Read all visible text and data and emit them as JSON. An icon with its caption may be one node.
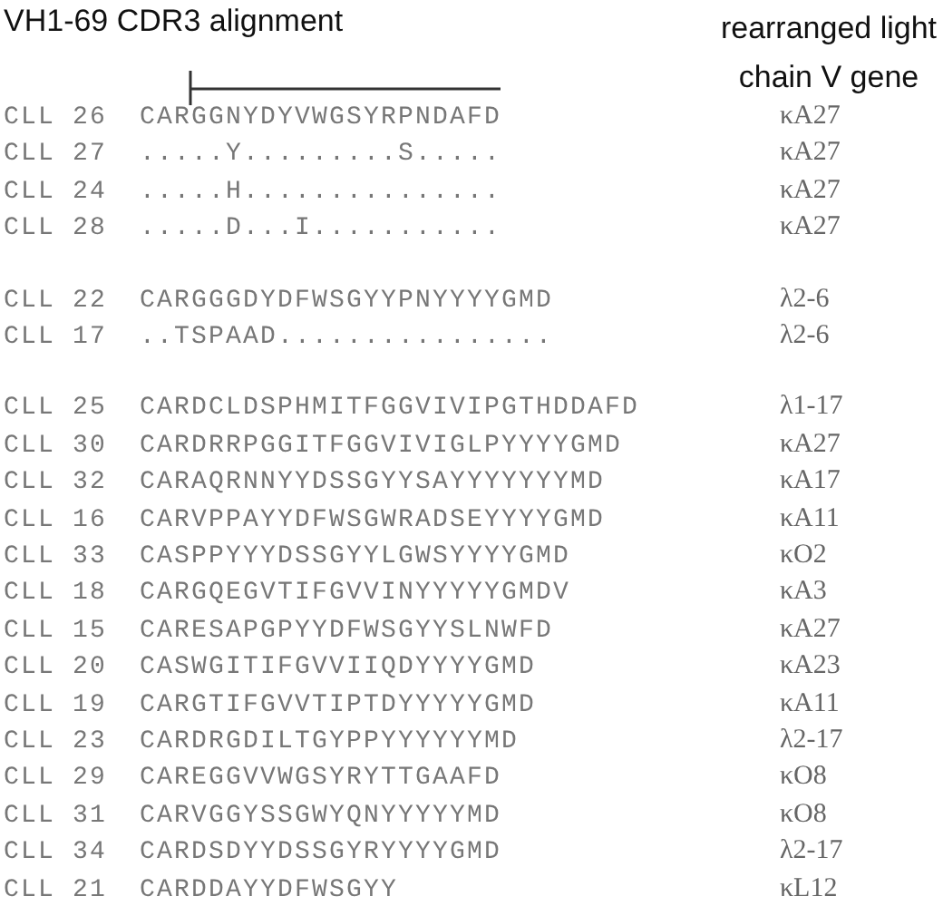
{
  "diagram": {
    "labels": [
      "VH1-69 CDR3 alignment",
      "rearranged light chain V gene",
      "CLL 26",
      "CARGGNYDYVWGSYRPNDAFD",
      "κA27",
      "CLL 27",
      ".....Y.........S.....",
      "κA27",
      "CLL 24",
      ".....H...............",
      "κA27",
      "CLL 28",
      ".....D...I...........",
      "κA27",
      "CLL 22",
      "CARGGGDYDFWSGYYPNYYYYGMD",
      "λ2-6",
      "CLL 17",
      "..TSPAAD................",
      "λ2-6",
      "CLL 25",
      "CARDCLDSPHMITFGGVIVIPGTHDDAFD",
      "λ1-17",
      "CLL 30",
      "CARDRRPGGITFGGVIVIGLPYYYYGMD",
      "κA27",
      "CLL 32",
      "CARAQRNNYYDSSGYYSAYYYYYYYMD",
      "κA17",
      "CLL 16",
      "CARVPPAYYDFWSGWRADSEYYYYGMD",
      "κA11",
      "CLL 33",
      "CASPPYYYDSSGYYLGWSYYYYGMD",
      "κO2",
      "CLL 18",
      "CARGQEGVTIFGVVINYYYYYGMDV",
      "κA3",
      "CLL 15",
      "CARESAPGPYYDFWSGYYSLNWFD",
      "κA27",
      "CLL 20",
      "CASWGITIFGVVIIQDYYYYGMD",
      "κA23",
      "CLL 19",
      "CARGTIFGVVTIPTDYYYYYGMD",
      "κA11",
      "CLL 23",
      "CARDRGDILTGYPPYYYYYYMD",
      "λ2-17",
      "CLL 29",
      "CAREGGVVWGSYRYTTGAAFD",
      "κO8",
      "CLL 31",
      "CARVGGYSSGWYQNYYYYYMD",
      "κO8",
      "CLL 34",
      "CARDSDYYDSSGYRYYYYGMD",
      "λ2-17",
      "CLL 21",
      "CARDDAYYDFWSGYY",
      "κL12"
    ]
  }
}
